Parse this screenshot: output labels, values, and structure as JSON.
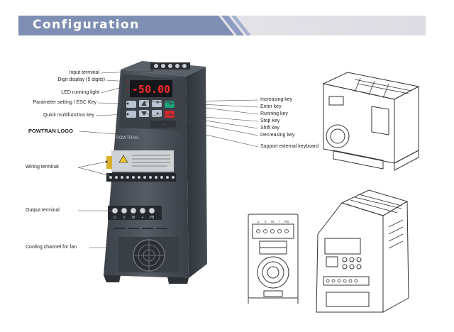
{
  "header": {
    "title": "Configuration"
  },
  "labels_left": {
    "input_terminal": "Input terminal",
    "digit_display": "Digit display (5 digits)",
    "led_running_light": "LED running light",
    "param_setting": "Parameter setting / ESC Key",
    "quick_multifunction": "Quick multifunction key",
    "powtran_logo": "POWTRAN  LOGO",
    "wiring_terminal": "Wiring terminal",
    "output_terminal": "Output terminal",
    "cooling_channel": "Cooling channel for fan"
  },
  "labels_right": {
    "increasing_key": "Increasing key",
    "enter_key": "Enter key",
    "running_key": "Running key",
    "stop_key": "Stop key",
    "shift_key": "Shift key",
    "decreasing_key": "Decreasing key",
    "support_keyboard": "Support external keyboard"
  },
  "device": {
    "display_value": "-50.00",
    "brand": "POWTRAN",
    "output_letters": [
      "U",
      "V",
      "W",
      "+",
      "PB"
    ]
  },
  "colors": {
    "banner": "#7f8fb3",
    "banner_fade": "#e6e6ea",
    "device_body": "#4a5058",
    "display_red": "#ff2a2a",
    "run_key": "#1fa37a",
    "stop_key": "#d8262e"
  }
}
